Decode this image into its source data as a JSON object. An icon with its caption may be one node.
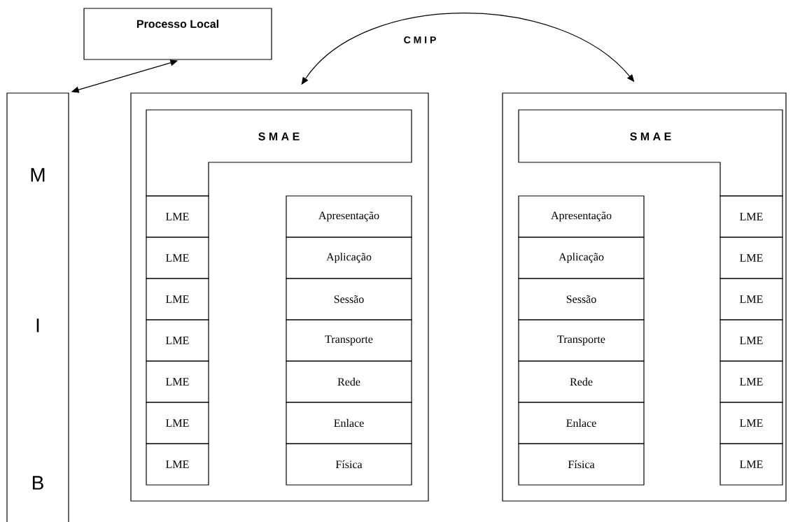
{
  "diagram": {
    "nodes": [
      {
        "text": [
          "Processo Local"
        ]
      },
      {
        "text": [
          "M",
          "I",
          "B"
        ]
      },
      {
        "text": [],
        "shape": "box"
      },
      {
        "text": [
          "S M A E"
        ],
        "in": 2
      },
      {
        "text": [
          "LME"
        ],
        "in": 2
      },
      {
        "text": [
          "LME"
        ],
        "in": 2
      },
      {
        "text": [
          "LME"
        ],
        "in": 2
      },
      {
        "text": [
          "LME"
        ],
        "in": 2
      },
      {
        "text": [
          "LME"
        ],
        "in": 2
      },
      {
        "text": [
          "LME"
        ],
        "in": 2
      },
      {
        "text": [
          "LME"
        ],
        "in": 2
      },
      {
        "text": [
          "Apresentação"
        ],
        "in": 2
      },
      {
        "text": [
          "Aplicação"
        ],
        "in": 2
      },
      {
        "text": [
          "Sessão"
        ],
        "in": 2
      },
      {
        "text": [
          "Transporte"
        ],
        "in": 2
      },
      {
        "text": [
          "Rede"
        ],
        "in": 2
      },
      {
        "text": [
          "Enlace"
        ],
        "in": 2
      },
      {
        "text": [
          "Física"
        ],
        "in": 2
      },
      {
        "text": [],
        "shape": "box"
      },
      {
        "text": [
          "S M A E"
        ],
        "in": 18
      },
      {
        "text": [
          "Apresentação"
        ],
        "in": 18
      },
      {
        "text": [
          "Aplicação"
        ],
        "in": 18
      },
      {
        "text": [
          "Sessão"
        ],
        "in": 18
      },
      {
        "text": [
          "Transporte"
        ],
        "in": 18
      },
      {
        "text": [
          "Rede"
        ],
        "in": 18
      },
      {
        "text": [
          "Enlace"
        ],
        "in": 18
      },
      {
        "text": [
          "Física"
        ],
        "in": 18
      },
      {
        "text": [
          "LME"
        ],
        "in": 18
      },
      {
        "text": [
          "LME"
        ],
        "in": 18
      },
      {
        "text": [
          "LME"
        ],
        "in": 18
      },
      {
        "text": [
          "LME"
        ],
        "in": 18
      },
      {
        "text": [
          "LME"
        ],
        "in": 18
      },
      {
        "text": [
          "LME"
        ],
        "in": 18
      },
      {
        "text": [
          "LME"
        ],
        "in": 18
      }
    ],
    "edges": [
      {
        "from": 0,
        "to": 1,
        "arrow": "both"
      },
      {
        "from": 2,
        "to": 18,
        "arrow": "both",
        "label": "C M I P"
      }
    ]
  }
}
